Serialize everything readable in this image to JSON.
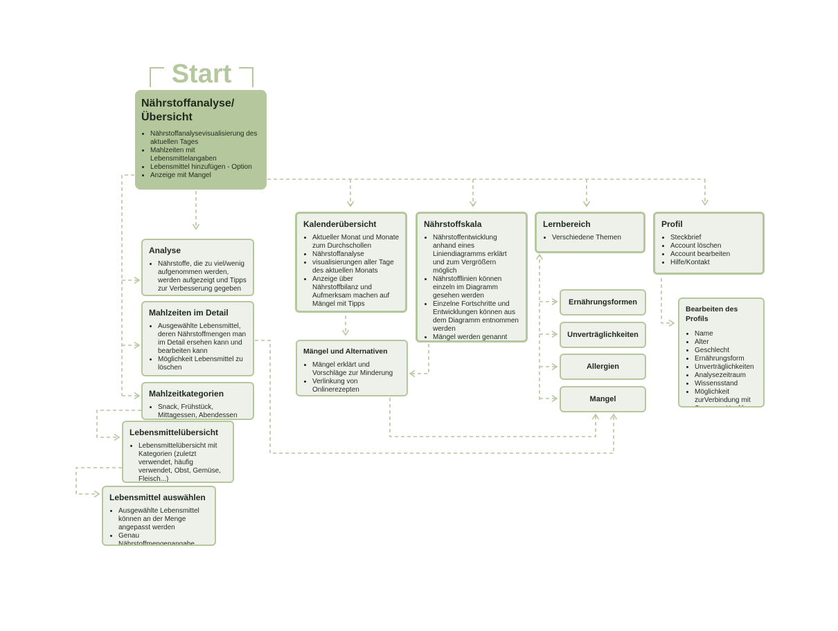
{
  "start": {
    "label": "Start"
  },
  "main": {
    "title": "Nährstoffanalyse/ Übersicht",
    "items": [
      "Nährstoffanalysevisualisierung des aktuellen Tages",
      "Mahlzeiten mit Lebensmittelangaben",
      "Lebensmittel hinzufügen - Option",
      "Anzeige mit Mangel"
    ]
  },
  "analyse": {
    "title": "Analyse",
    "items": [
      "Nährstoffe, die zu viel/wenig aufgenommen werden, werden aufgezeigt und Tipps zur Verbesserung gegeben"
    ]
  },
  "mahlzeiten_detail": {
    "title": "Mahlzeiten im Detail",
    "items": [
      "Ausgewählte Lebensmittel, deren Nährstoffmengen man im Detail ersehen kann und bearbeiten kann",
      "Möglichkeit Lebensmittel zu löschen"
    ]
  },
  "mahlzeitkategorien": {
    "title": "Mahlzeitkategorien",
    "items": [
      "Snack, Frühstück, Mittagessen, Abendessen"
    ]
  },
  "lebensmitteluebersicht": {
    "title": "Lebensmittelübersicht",
    "items": [
      "Lebensmittelübersicht mit Kategorien (zuletzt verwendet, häufig verwendet, Obst, Gemüse, Fleisch...)"
    ]
  },
  "lebensmittel_auswaehlen": {
    "title": "Lebensmittel auswählen",
    "items": [
      "Ausgewählte Lebensmittel können an der Menge angepasst werden",
      "Genau Nährstoffmengenangabe"
    ]
  },
  "kalender": {
    "title": "Kalenderübersicht",
    "items": [
      "Aktueller Monat und Monate zum Durchschollen",
      "Nährstoffanalyse",
      "visualisierungen aller Tage des aktuellen Monats",
      "Anzeige über Nährstoffbilanz und Aufmerksam machen auf Mängel mit Tipps"
    ]
  },
  "naehrstoffskala": {
    "title": "Nährstoffskala",
    "items": [
      "Nährstoffentwicklung anhand eines Liniendiagramms erklärt und zum Vergrößern möglich",
      "Nährstofflinien können einzeln im Diagramm gesehen werden",
      "Einzelne Fortschritte und Entwicklungen können aus dem Diagramm entnommen werden",
      "Mängel werden genannt"
    ]
  },
  "maengel_alternativen": {
    "title": "Mängel und Alternativen",
    "items": [
      "Mängel erklärt und Vorschläge zur Minderung",
      "Verlinkung von Onlinerezepten"
    ]
  },
  "lernbereich": {
    "title": "Lernbereich",
    "items": [
      "Verschiedene Themen"
    ]
  },
  "themen": [
    "Ernährungsformen",
    "Unverträglichkeiten",
    "Allergien",
    "Mangel"
  ],
  "profil": {
    "title": "Profil",
    "items": [
      "Steckbrief",
      "Account löschen",
      "Account bearbeiten",
      "Hilfe/Kontakt"
    ]
  },
  "profil_bearbeiten": {
    "title": "Bearbeiten des Profils",
    "items": [
      "Name",
      "Alter",
      "Geschlecht",
      "Ernährungsform",
      "Unverträglichkeiten",
      "Analysezeitraum",
      "Wissensstand",
      "Möglichkeit zurVerbindung mit Samsung Health"
    ]
  },
  "colors": {
    "accent": "#b5c79c",
    "box_fill": "#eef0ea",
    "text": "#1f2a1c"
  }
}
